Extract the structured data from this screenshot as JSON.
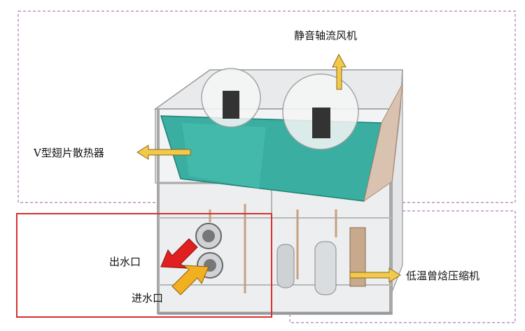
{
  "labels": {
    "fan": "静音轴流风机",
    "fin_radiator": "V型翅片散热器",
    "water_outlet": "出水口",
    "water_inlet": "进水口",
    "compressor": "低温曾焓压缩机"
  },
  "colors": {
    "callout_arrow": "#f2c94c",
    "outlet_arrow": "#e02020",
    "inlet_arrow": "#f0b020",
    "dashed_box": "#b07cb0",
    "water_box": "#d43030",
    "frame": "#a8a8a8",
    "coil": "#3aaea0"
  }
}
